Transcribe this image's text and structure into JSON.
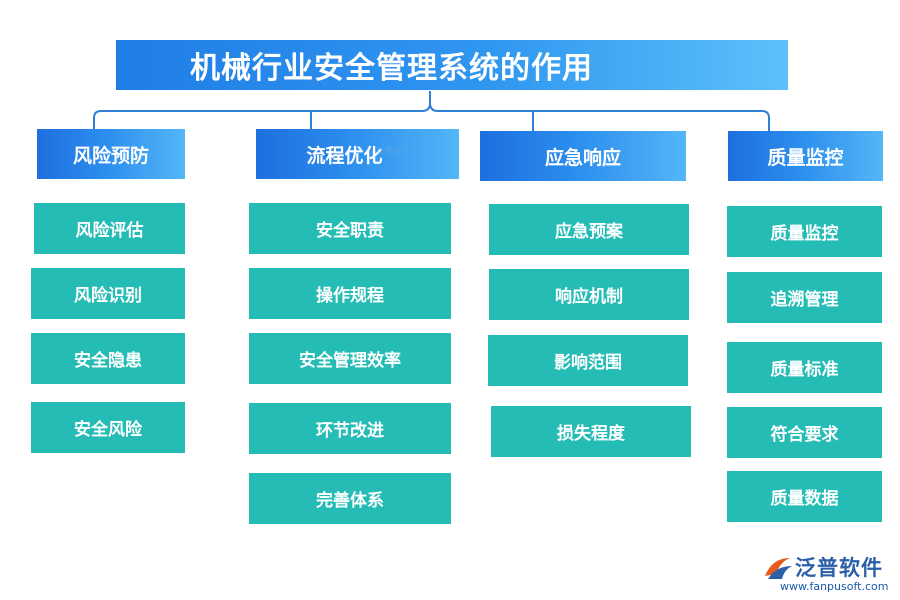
{
  "title": "机械行业安全管理系统的作用",
  "categories": [
    {
      "label": "风险预防",
      "items": [
        "风险评估",
        "风险识别",
        "安全隐患",
        "安全风险"
      ]
    },
    {
      "label": "流程优化",
      "items": [
        "安全职责",
        "操作规程",
        "安全管理效率",
        "环节改进",
        "完善体系"
      ]
    },
    {
      "label": "应急响应",
      "items": [
        "应急预案",
        "响应机制",
        "影响范围",
        "损失程度"
      ]
    },
    {
      "label": "质量监控",
      "items": [
        "质量监控",
        "追溯管理",
        "质量标准",
        "符合要求",
        "质量数据"
      ]
    }
  ],
  "watermark": "泛普软件",
  "logo": {
    "name": "泛普软件",
    "url": "www.fanpusoft.com"
  },
  "colors": {
    "header_blue": "#2b8ded",
    "item_teal": "#26bcb6",
    "connector": "#2f7fd8"
  }
}
